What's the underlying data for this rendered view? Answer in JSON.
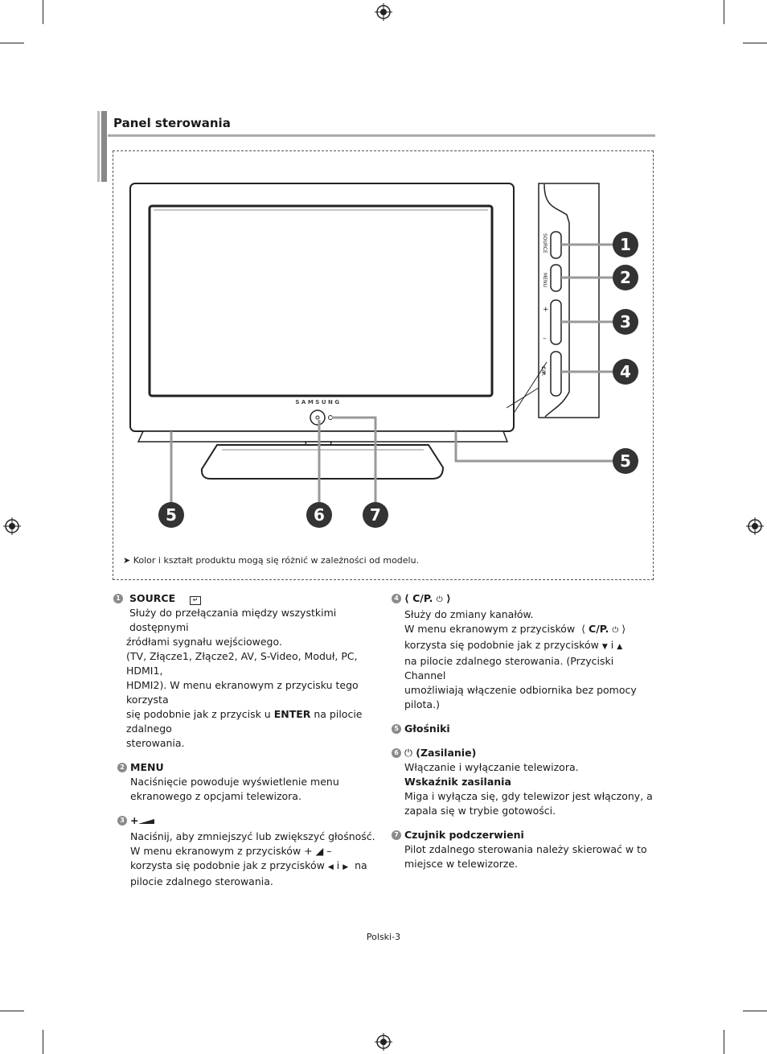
{
  "section_title": "Panel sterowania",
  "figure": {
    "brand": "SAMSUNG",
    "side_labels": {
      "source": "SOURCE",
      "menu": "MENU",
      "plus": "+",
      "minus": "–",
      "chan": "C/P."
    },
    "callouts": [
      "1",
      "2",
      "3",
      "4",
      "5",
      "5",
      "6",
      "7"
    ],
    "note": "Kolor i kształt produktu mogą się różnić w zależności od modelu."
  },
  "items": {
    "i1": {
      "num": "1",
      "title": "SOURCE",
      "l1": "Służy do przełączania między wszystkimi dostępnymi",
      "l2": "źródłami sygnału wejściowego.",
      "l3": "(TV, Złącze1, Złącze2, AV, S-Video, Moduł, PC, HDMI1,",
      "l4": "HDMI2). W menu ekranowym z przycisku tego korzysta",
      "l5a": "się podobnie jak z przycisk u ",
      "l5b": "ENTER",
      "l5c": " na pilocie zdalnego",
      "l6": "sterowania."
    },
    "i2": {
      "num": "2",
      "title": "MENU",
      "l1": "Naciśnięcie powoduje wyświetlenie menu",
      "l2": "ekranowego z opcjami telewizora."
    },
    "i3": {
      "num": "3",
      "title": "+   –",
      "l1": "Naciśnij, aby zmniejszyć lub zwiększyć głośność.",
      "l2": "W menu ekranowym z przycisków",
      "l3a": "korzysta się podobnie jak z przycisków",
      "l3b": "i",
      "l3c": "na",
      "l4": "pilocie zdalnego sterowania."
    },
    "i4": {
      "num": "4",
      "title": "C/P.",
      "l1": "Służy do zmiany kanałów.",
      "l2": "W menu ekranowym z przycisków",
      "l2b": "C/P.",
      "l3a": "korzysta się podobnie jak z przycisków",
      "l3b": "i",
      "l4": "na pilocie zdalnego sterowania. (Przyciski Channel",
      "l5": "umożliwiają włączenie odbiornika bez pomocy pilota.)"
    },
    "i5": {
      "num": "5",
      "title": "Głośniki"
    },
    "i6": {
      "num": "6",
      "title": "(Zasilanie)",
      "l1": "Włączanie i wyłączanie telewizora.",
      "l2": "Wskaźnik zasilania",
      "l3": "Miga i wyłącza się, gdy telewizor jest włączony, a",
      "l4": "zapala się w trybie gotowości."
    },
    "i7": {
      "num": "7",
      "title": "Czujnik podczerwieni",
      "l1": "Pilot zdalnego sterowania należy skierować w to",
      "l2": "miejsce w telewizorze."
    }
  },
  "footer": "Polski-3"
}
